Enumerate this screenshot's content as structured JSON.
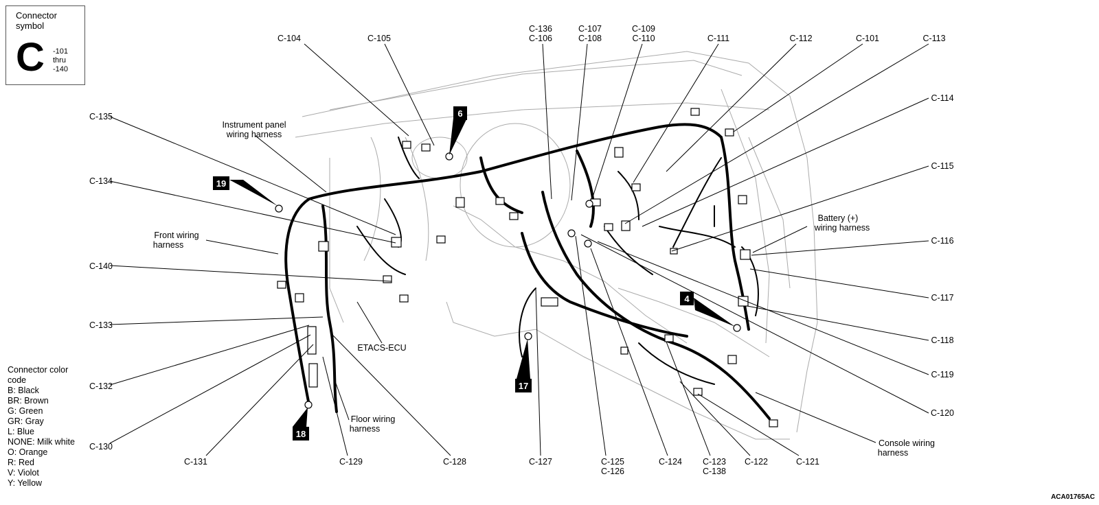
{
  "symbol_box": {
    "caption_line1": "Connector",
    "caption_line2": "symbol",
    "letter": "C",
    "range_line1": "-101",
    "range_line2": "thru",
    "range_line3": "-140"
  },
  "legend": {
    "title_line1": "Connector color",
    "title_line2": "code",
    "items": [
      "B: Black",
      "BR: Brown",
      "G: Green",
      "GR: Gray",
      "L: Blue",
      "NONE: Milk white",
      "O: Orange",
      "R: Red",
      "V: Violot",
      "Y: Yellow"
    ]
  },
  "figure_code": "ACA01765AC",
  "labels": {
    "c104": "C-104",
    "c105": "C-105",
    "c136": "C-136",
    "c106": "C-106",
    "c107": "C-107",
    "c108": "C-108",
    "c109": "C-109",
    "c110": "C-110",
    "c111": "C-111",
    "c112": "C-112",
    "c101": "C-101",
    "c113": "C-113",
    "c114": "C-114",
    "c115": "C-115",
    "c116": "C-116",
    "c117": "C-117",
    "c118": "C-118",
    "c119": "C-119",
    "c120": "C-120",
    "c121": "C-121",
    "c122": "C-122",
    "c123": "C-123",
    "c138": "C-138",
    "c124": "C-124",
    "c125": "C-125",
    "c126": "C-126",
    "c127": "C-127",
    "c128": "C-128",
    "c129": "C-129",
    "c131": "C-131",
    "c130": "C-130",
    "c132": "C-132",
    "c133": "C-133",
    "c140": "C-140",
    "c134": "C-134",
    "c135": "C-135"
  },
  "annotations": {
    "ip_harness_1": "Instrument panel",
    "ip_harness_2": "wiring harness",
    "front_harness_1": "Front wiring",
    "front_harness_2": "harness",
    "etacs": "ETACS-ECU",
    "floor_harness_1": "Floor wiring",
    "floor_harness_2": "harness",
    "battery_harness_1": "Battery (+)",
    "battery_harness_2": "wiring harness",
    "console_harness_1": "Console wiring",
    "console_harness_2": "harness"
  },
  "badges": {
    "b6": "6",
    "b19": "19",
    "b4": "4",
    "b17": "17",
    "b18": "18"
  }
}
